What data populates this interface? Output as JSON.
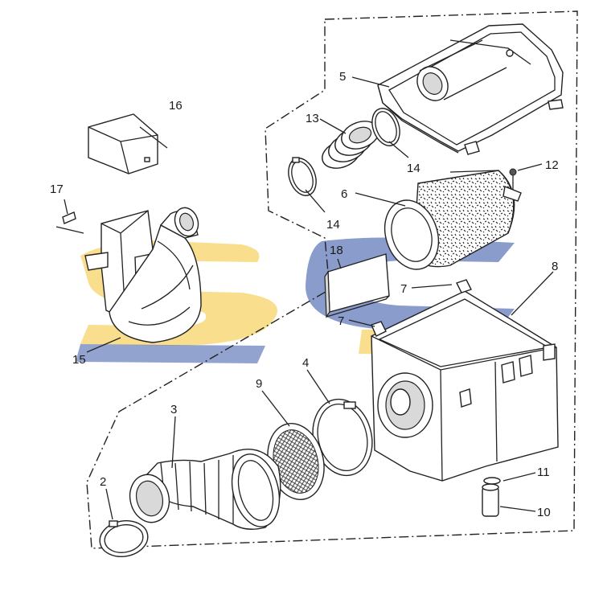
{
  "callouts": {
    "c2": "2",
    "c3": "3",
    "c4": "4",
    "c5": "5",
    "c6": "6",
    "c7a": "7",
    "c7b": "7",
    "c8": "8",
    "c9": "9",
    "c10": "10",
    "c11": "11",
    "c12": "12",
    "c13": "13",
    "c14a": "14",
    "c14b": "14",
    "c15": "15",
    "c16": "16",
    "c17": "17",
    "c18": "18"
  },
  "watermark": {
    "text": "SC",
    "color_yellow": "#f5c842",
    "color_blue": "#3c5aa8"
  }
}
